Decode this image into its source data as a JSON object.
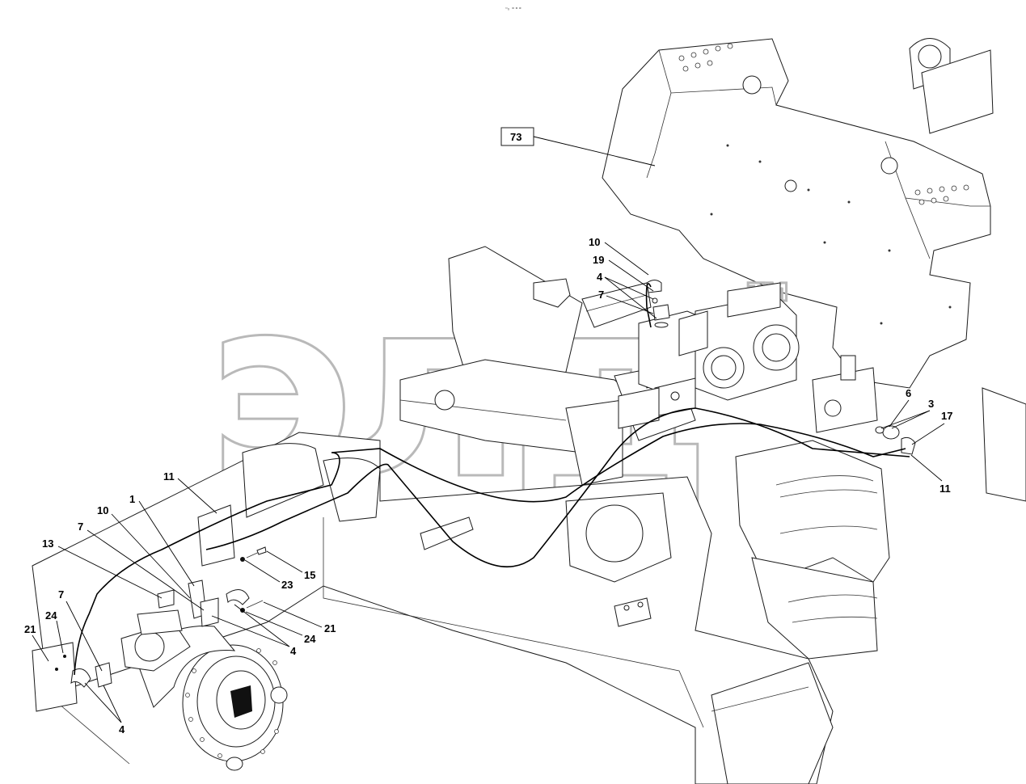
{
  "watermark": {
    "text": "элд",
    "tm": "TM"
  },
  "header_mark": "▫₀ ∘∘∘",
  "callouts": {
    "c73": "73",
    "c10_top": "10",
    "c19": "19",
    "c4_top": "4",
    "c7_top": "7",
    "c6": "6",
    "c3": "3",
    "c17": "17",
    "c11_right": "11",
    "c11_left": "11",
    "c1": "1",
    "c10_left": "10",
    "c7_left": "7",
    "c13": "13",
    "c7_low": "7",
    "c21_left": "21",
    "c24_left": "24",
    "c15": "15",
    "c23": "23",
    "c21_right": "21",
    "c24_right": "24",
    "c4_mid": "4",
    "c4_low": "4"
  }
}
